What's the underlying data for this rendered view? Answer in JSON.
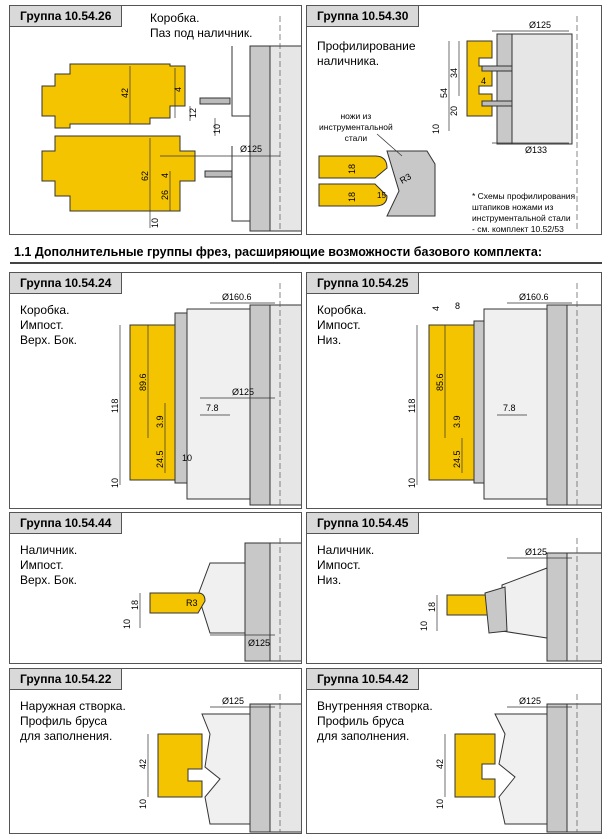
{
  "section": {
    "title": "1.1  Дополнительные группы фрез, расширяющие возможности базового комплекта:"
  },
  "colors": {
    "wood": "#f5c400",
    "tool": "#c8c8c8",
    "line": "#333333",
    "tag_bg": "#d9d9d9"
  },
  "panels": {
    "g26": {
      "tag": "Группа 10.54.26",
      "desc": "Коробка.\nПаз под наличник.",
      "dims": {
        "d1": "Ø125",
        "h42": "42",
        "h4": "4",
        "h12": "12",
        "h10": "10",
        "h62": "62",
        "h4b": "4",
        "h26": "26",
        "h10b": "10"
      }
    },
    "g30": {
      "tag": "Группа 10.54.30",
      "desc": "Профилирование\nналичника.",
      "dims": {
        "d1": "Ø125",
        "d2": "Ø133",
        "h54": "54",
        "h34": "34",
        "h4": "4",
        "h20": "20",
        "h10": "10",
        "h18a": "18",
        "h18b": "18",
        "r3": "R3",
        "a15": "15"
      },
      "knife_label": "ножи из\nинструментальной\nстали",
      "note": "* Схемы профилирования\nштапиков ножами из\nинструментальной стали\n- см. комплект 10.52/53"
    },
    "g24": {
      "tag": "Группа 10.54.24",
      "desc": "Коробка.\nИмпост.\nВерх. Бок.",
      "dims": {
        "d1": "Ø160.6",
        "d2": "Ø125",
        "h118": "118",
        "h896": "89.6",
        "h39": "3.9",
        "h78": "7.8",
        "h245": "24.5",
        "h10": "10",
        "h10b": "10"
      }
    },
    "g25": {
      "tag": "Группа 10.54.25",
      "desc": "Коробка.\nИмпост.\nНиз.",
      "dims": {
        "d1": "Ø160.6",
        "w4": "4",
        "w8": "8",
        "h118": "118",
        "h856": "85.6",
        "h39": "3.9",
        "h78": "7.8",
        "h245": "24.5",
        "h10": "10"
      }
    },
    "g44": {
      "tag": "Группа 10.54.44",
      "desc": "Наличник.\nИмпост.\nВерх. Бок.",
      "dims": {
        "d1": "Ø125",
        "h18": "18",
        "h10": "10",
        "r3": "R3"
      }
    },
    "g45": {
      "tag": "Группа 10.54.45",
      "desc": "Наличник.\nИмпост.\nНиз.",
      "dims": {
        "d1": "Ø125",
        "h18": "18",
        "h10": "10"
      }
    },
    "g22": {
      "tag": "Группа 10.54.22",
      "desc": "Наружная створка.\nПрофиль бруса\nдля заполнения.",
      "dims": {
        "d1": "Ø125",
        "h42": "42",
        "h10": "10"
      }
    },
    "g42": {
      "tag": "Группа 10.54.42",
      "desc": "Внутренняя створка.\nПрофиль бруса\nдля заполнения.",
      "dims": {
        "d1": "Ø125",
        "h42": "42",
        "h10": "10"
      }
    }
  }
}
